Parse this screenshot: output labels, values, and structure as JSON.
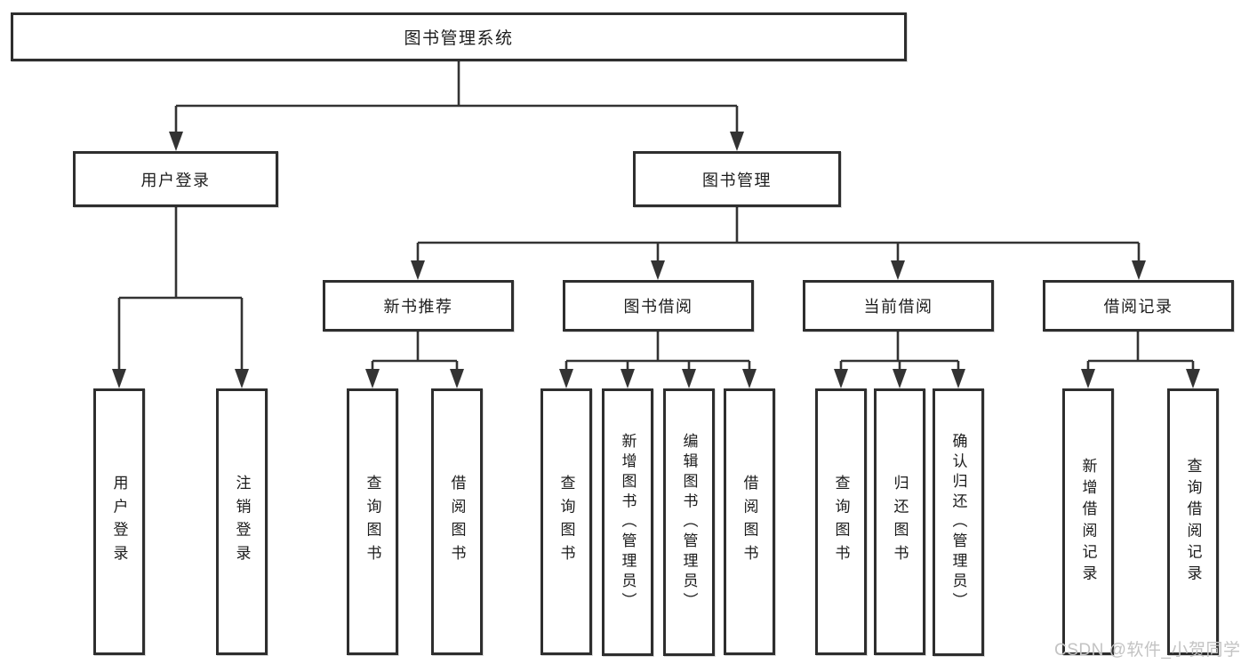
{
  "diagram": {
    "type": "hierarchy-tree",
    "root": {
      "label": "图书管理系统"
    },
    "level2": [
      {
        "label": "用户登录"
      },
      {
        "label": "图书管理"
      }
    ],
    "level3": [
      {
        "label": "新书推荐",
        "parent": "图书管理"
      },
      {
        "label": "图书借阅",
        "parent": "图书管理"
      },
      {
        "label": "当前借阅",
        "parent": "图书管理"
      },
      {
        "label": "借阅记录",
        "parent": "图书管理"
      }
    ],
    "level4": [
      {
        "label": "用户登录",
        "parent": "用户登录"
      },
      {
        "label": "注销登录",
        "parent": "用户登录"
      },
      {
        "label": "查询图书",
        "parent": "新书推荐"
      },
      {
        "label": "借阅图书",
        "parent": "新书推荐"
      },
      {
        "label": "查询图书",
        "parent": "图书借阅"
      },
      {
        "label": "新增图书（管理员）",
        "parent": "图书借阅"
      },
      {
        "label": "编辑图书（管理员）",
        "parent": "图书借阅"
      },
      {
        "label": "借阅图书",
        "parent": "图书借阅"
      },
      {
        "label": "查询图书",
        "parent": "当前借阅"
      },
      {
        "label": "归还图书",
        "parent": "当前借阅"
      },
      {
        "label": "确认归还（管理员）",
        "parent": "当前借阅"
      },
      {
        "label": "新增借阅记录",
        "parent": "借阅记录"
      },
      {
        "label": "查询借阅记录",
        "parent": "借阅记录"
      }
    ]
  },
  "watermark": "CSDN @软件_小贺同学",
  "colors": {
    "line": "#333333",
    "box_border": "#2e2e2e",
    "box_fill": "#ffffff",
    "text": "#1c1c1c",
    "watermark": "#c3c3c3"
  }
}
